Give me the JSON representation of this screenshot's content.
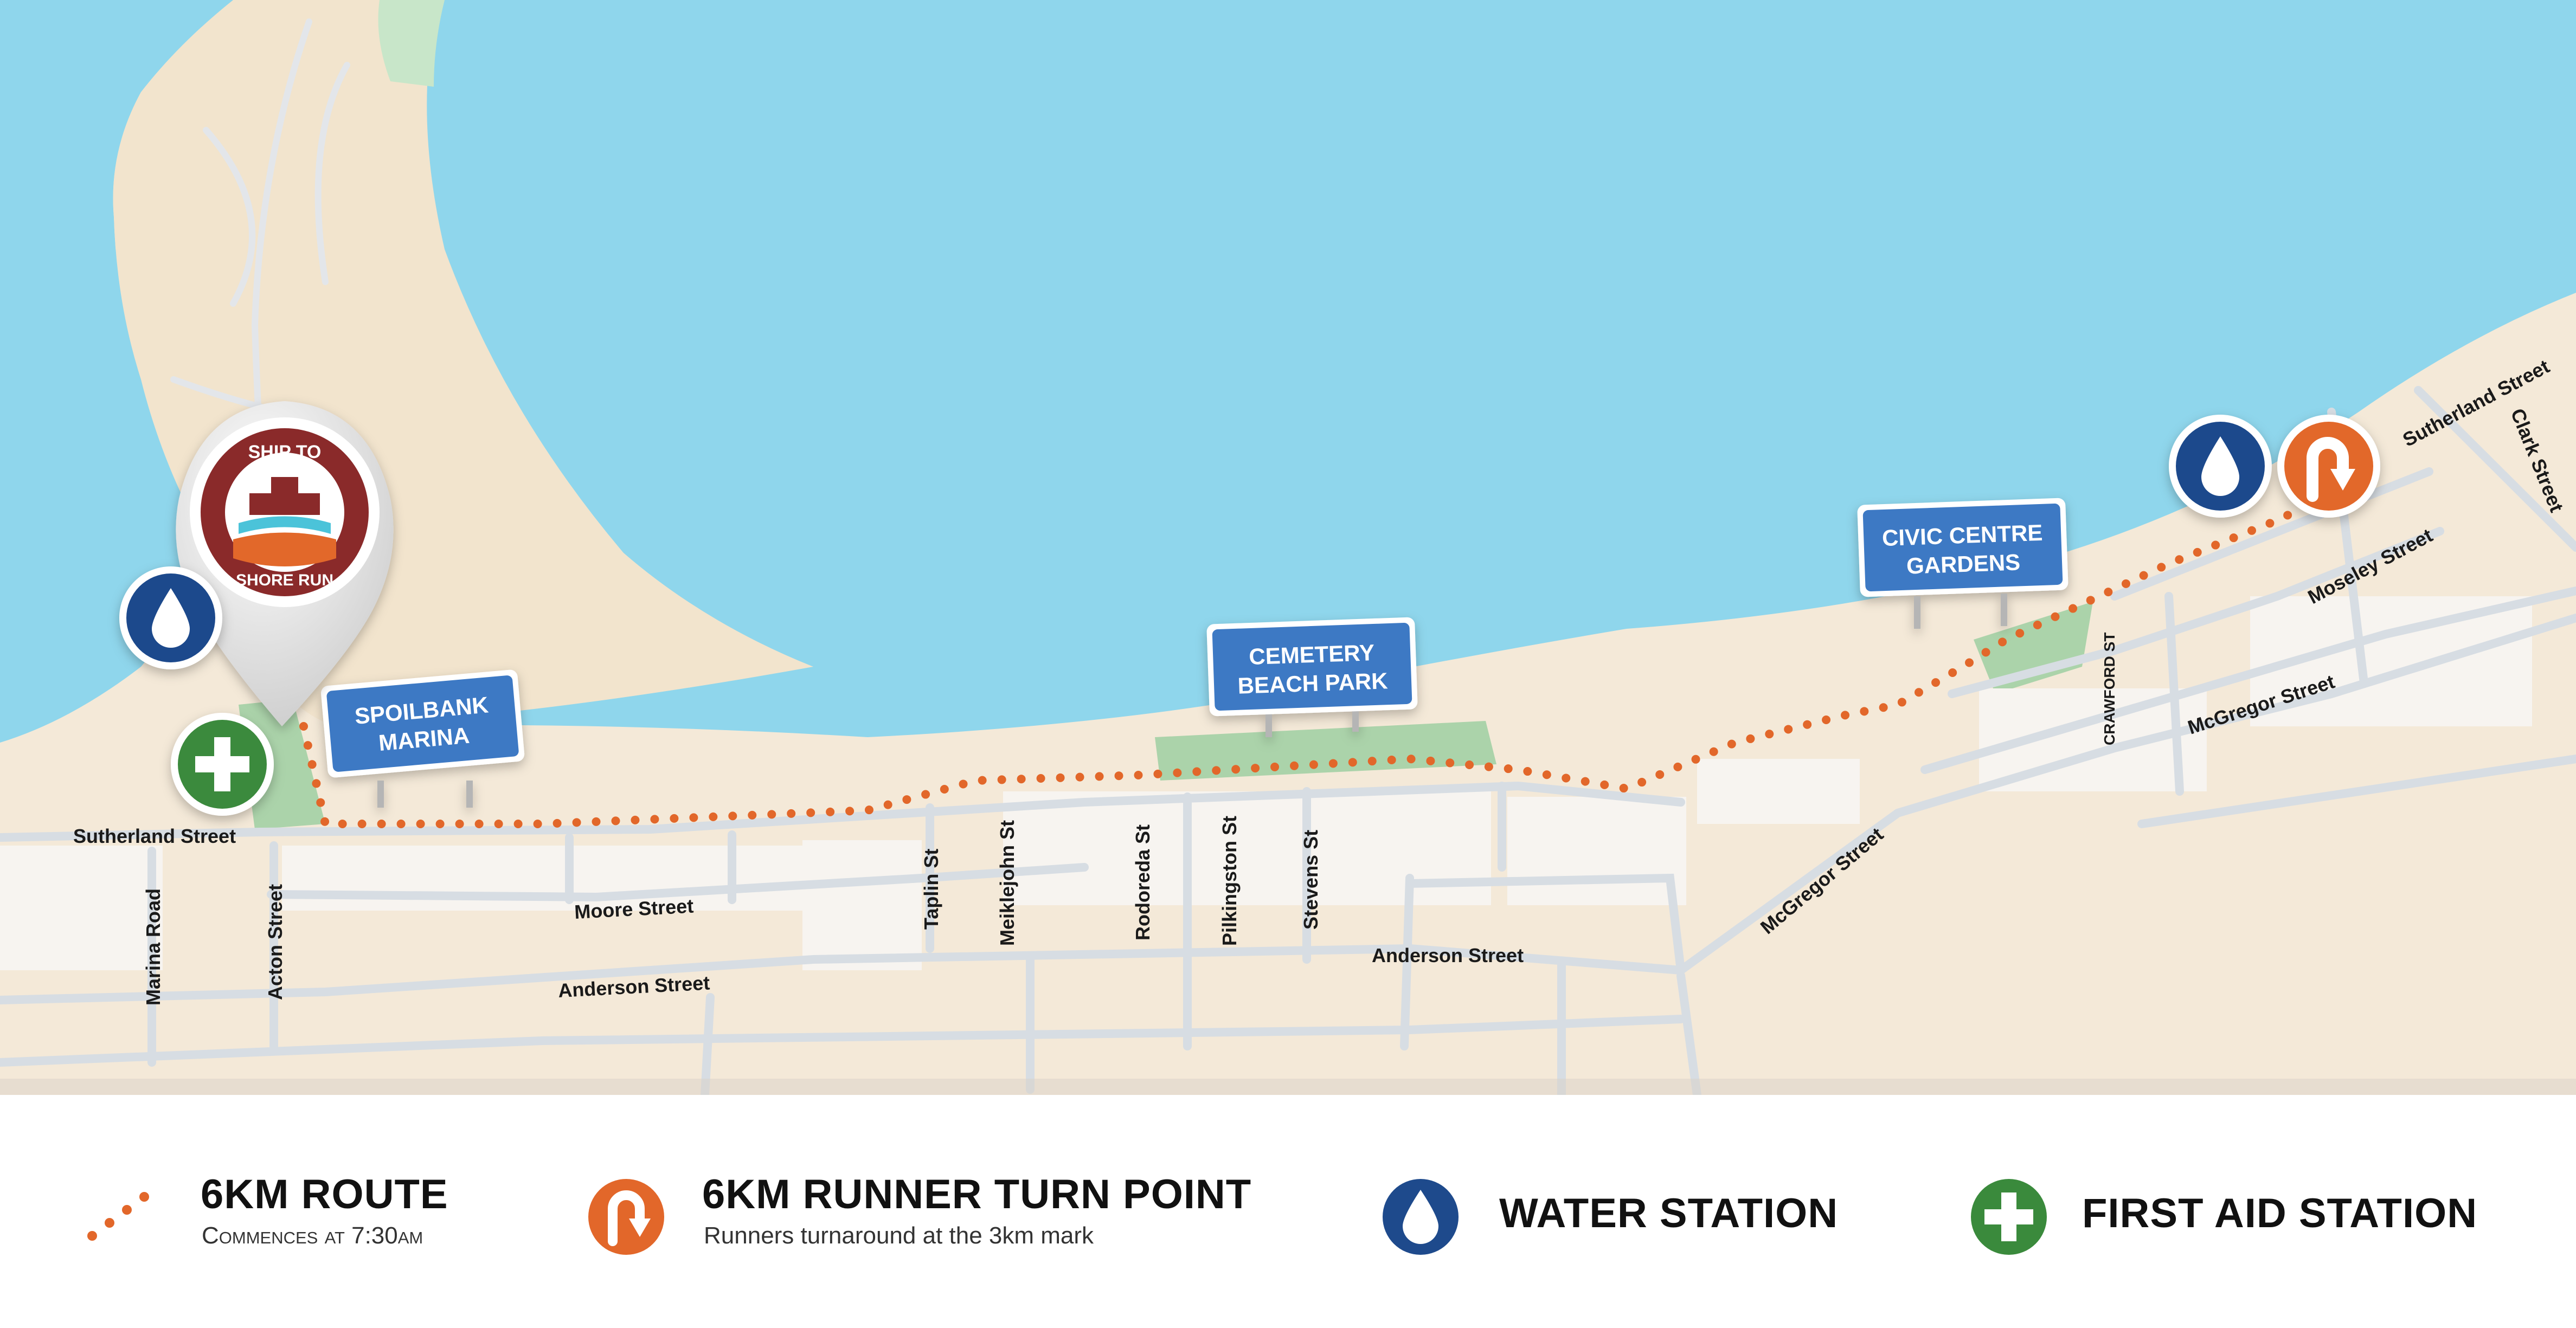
{
  "map": {
    "logo": {
      "line1": "SHIP TO",
      "line2": "SHORE RUN"
    },
    "locations": {
      "spoilbank": [
        "SPOILBANK",
        "MARINA"
      ],
      "cemetery": [
        "CEMETERY",
        "BEACH PARK"
      ],
      "civic": [
        "CIVIC CENTRE",
        "GARDENS"
      ]
    },
    "streets": {
      "sutherland_west": "Sutherland Street",
      "sutherland_east": "Sutherland Street",
      "marina_road": "Marina Road",
      "acton": "Acton Street",
      "moore": "Moore Street",
      "anderson_west": "Anderson Street",
      "anderson_east": "Anderson Street",
      "taplin": "Taplin St",
      "meiklejohn": "Meiklejohn St",
      "rodoreda": "Rodoreda St",
      "pilkingston": "Pilkingston St",
      "stevens": "Stevens St",
      "mcgregor_sw": "McGregor Street",
      "mcgregor_ne": "McGregor Street",
      "crawford": "CRAWFORD ST",
      "moseley": "Moseley Street",
      "clark": "Clark Street"
    },
    "colors": {
      "water": "#8fd6ec",
      "land": "#f4e9d8",
      "park": "#9dcfa2",
      "route": "#e2672a",
      "sign": "#3d79c4",
      "water_station": "#1e4a8c",
      "first_aid": "#3a8a3c",
      "turn": "#e2672a"
    },
    "icons": [
      "water-drop-icon",
      "first-aid-cross-icon",
      "u-turn-icon",
      "location-pin-icon"
    ]
  },
  "legend": {
    "route": {
      "title": "6KM ROUTE",
      "subtitle": "Commences at 7:30am"
    },
    "turn": {
      "title": "6KM RUNNER TURN POINT",
      "subtitle": "Runners turnaround at the 3km mark"
    },
    "water": {
      "title": "WATER STATION"
    },
    "aid": {
      "title": "FIRST AID STATION"
    }
  }
}
